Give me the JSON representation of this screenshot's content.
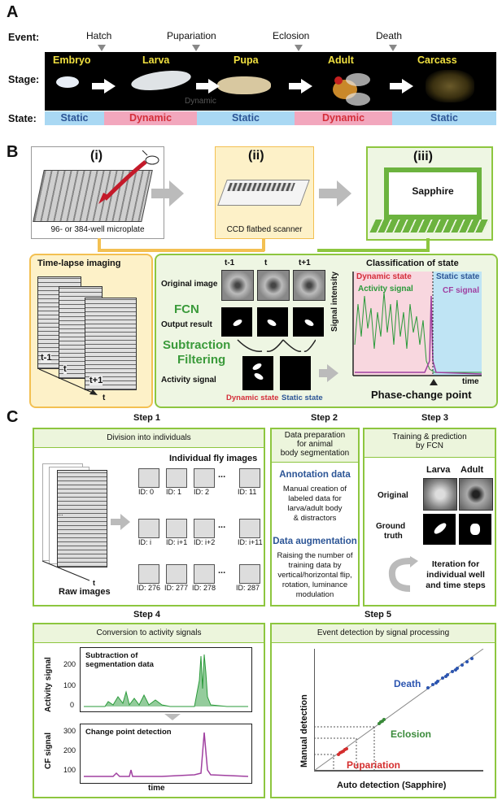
{
  "panels": {
    "a": "A",
    "b": "B",
    "c": "C"
  },
  "panel_a": {
    "event_label": "Event:",
    "stage_label": "Stage:",
    "state_label": "State:",
    "events": [
      "Hatch",
      "Pupariation",
      "Eclosion",
      "Death"
    ],
    "stages": [
      "Embryo",
      "Larva",
      "Pupa",
      "Adult",
      "Carcass"
    ],
    "stray_label": "Dynamic",
    "states": [
      {
        "label": "Static",
        "kind": "static"
      },
      {
        "label": "Dynamic",
        "kind": "dynamic"
      },
      {
        "label": "Static",
        "kind": "static"
      },
      {
        "label": "Dynamic",
        "kind": "dynamic"
      },
      {
        "label": "Static",
        "kind": "static"
      }
    ],
    "colors": {
      "static_bg": "#a9d8f3",
      "static_text": "#2c5596",
      "dynamic_bg": "#f2a7bd",
      "dynamic_text": "#d42e3a",
      "stage_text": "#f0e040"
    }
  },
  "panel_b": {
    "step_i": "(i)",
    "step_ii": "(ii)",
    "step_iii": "(iii)",
    "microplate_caption": "96- or 384-well microplate",
    "scanner_caption": "CCD flatbed scanner",
    "sapphire": "Sapphire",
    "timelapse_title": "Time-lapse imaging",
    "t_minus": "t-1",
    "t": "t",
    "t_plus": "t+1",
    "t_axis": "t",
    "frames": [
      "t-1",
      "t",
      "t+1"
    ],
    "original_image": "Original image",
    "fcn": "FCN",
    "output_result": "Output result",
    "subtraction": "Subtraction",
    "filtering": "Filtering",
    "activity_signal": "Activity signal",
    "dynamic_state": "Dynamic state",
    "static_state": "Static state",
    "classification_title": "Classification of state",
    "plot_dynamic": "Dynamic state",
    "plot_static": "Static state",
    "plot_activity": "Activity signal",
    "plot_cf": "CF signal",
    "plot_ylabel": "Signal intensity",
    "plot_xlabel": "time",
    "phase_change": "Phase-change point",
    "colors": {
      "yellow_box": "#fdf1c8",
      "yellow_border": "#f3c052",
      "green_border": "#8dc63f",
      "green_bg": "#eef6e3",
      "activity": "#2a9a3a",
      "cf": "#a040a0"
    }
  },
  "panel_c": {
    "step1": "Step 1",
    "step2": "Step 2",
    "step3": "Step 3",
    "step4": "Step 4",
    "step5": "Step 5",
    "step1_head": "Division into individuals",
    "individual_images": "Individual fly images",
    "raw_images": "Raw images",
    "t_axis": "t",
    "ellipsis": "...",
    "ids_row1": [
      "ID: 0",
      "ID: 1",
      "ID: 2",
      "ID: 11"
    ],
    "ids_row2": [
      "ID: i",
      "ID: i+1",
      "ID: i+2",
      "ID: i+11"
    ],
    "ids_row3": [
      "ID: 276",
      "ID: 277",
      "ID: 278",
      "ID: 287"
    ],
    "step2_head_1": "Data preparation",
    "step2_head_2": "for animal",
    "step2_head_3": "body segmentation",
    "annotation_title": "Annotation data",
    "annotation_text_1": "Manual creation of",
    "annotation_text_2": "labeled data for",
    "annotation_text_3": "larva/adult body",
    "annotation_text_4": "& distractors",
    "augmentation_title": "Data augmentation",
    "augmentation_text_1": "Raising the number of",
    "augmentation_text_2": "training data by",
    "augmentation_text_3": "vertical/horizontal flip,",
    "augmentation_text_4": "rotation, luminance",
    "augmentation_text_5": "modulation",
    "step3_head_1": "Training & prediction",
    "step3_head_2": "by FCN",
    "larva": "Larva",
    "adult": "Adult",
    "original": "Original",
    "ground": "Ground",
    "truth": "truth",
    "iteration_1": "Iteration for",
    "iteration_2": "individual well",
    "iteration_3": "and time steps",
    "step4_head": "Conversion to activity signals",
    "subtraction_1": "Subtraction of",
    "subtraction_2": "segmentation data",
    "activity_ylabel": "Activity signal",
    "activity_ticks": [
      "200",
      "100",
      "0"
    ],
    "change_point": "Change point detection",
    "cf_ylabel": "CF signal",
    "cf_ticks": [
      "300",
      "200",
      "100"
    ],
    "time_label": "time",
    "step5_head": "Event detection by signal processing",
    "manual_detection": "Manual detection",
    "auto_detection": "Auto detection (Sapphire)",
    "death": "Death",
    "eclosion": "Eclosion",
    "pupariation": "Pupariation",
    "colors": {
      "death": "#2c55b0",
      "eclosion": "#3a8a3a",
      "pupariation": "#d42e2e",
      "activity": "#2a9a3a",
      "cf": "#a040a0"
    }
  }
}
